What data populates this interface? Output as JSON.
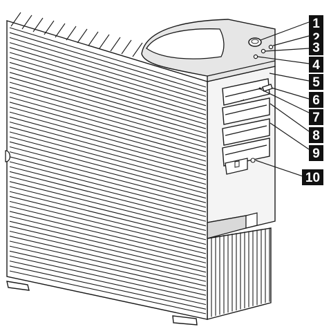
{
  "figure": {
    "subject": "tower computer front view",
    "colors": {
      "ink": "#1a1a1a",
      "case_fill": "#ffffff",
      "bay_panel": "#f4f4f4",
      "shadow": "#d9d9d9",
      "callout_bg": "#111111",
      "callout_text": "#ffffff"
    }
  },
  "callouts": [
    {
      "number": "1",
      "target": "power-button"
    },
    {
      "number": "2",
      "target": "power-led"
    },
    {
      "number": "3",
      "target": "hard-disk-led"
    },
    {
      "number": "4",
      "target": "reset-button"
    },
    {
      "number": "5",
      "target": "cd-rom-drive"
    },
    {
      "number": "6",
      "target": "cd-eject-button"
    },
    {
      "number": "7",
      "target": "cd-activity-light"
    },
    {
      "number": "8",
      "target": "drive-bay-1"
    },
    {
      "number": "9",
      "target": "drive-bay-2"
    },
    {
      "number": "10",
      "target": "diskette-drive"
    }
  ]
}
